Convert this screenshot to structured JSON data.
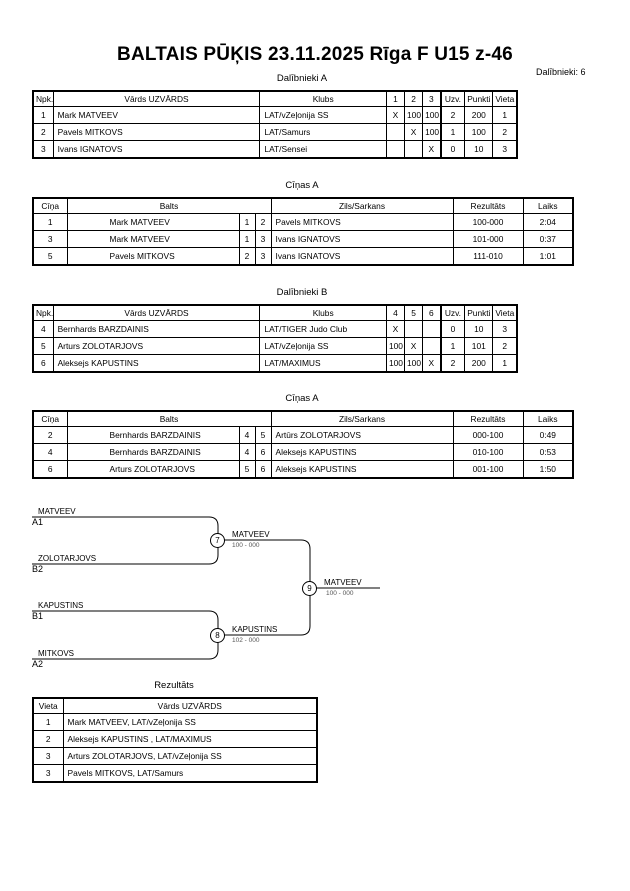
{
  "header": {
    "title": "BALTAIS PŪĶIS  23.11.2025  Rīga    F U15 z-46",
    "participants_count": "Dalībnieki: 6"
  },
  "pool_a": {
    "title": "Dalībnieki A",
    "headers": [
      "Npk.",
      "Vārds UZVĀRDS",
      "Klubs",
      "1",
      "2",
      "3",
      "Uzv.",
      "Punkti",
      "Vieta"
    ],
    "rows": [
      [
        "1",
        "Mark MATVEEV",
        "LAT/vZeļonija SS",
        "X",
        "100",
        "100",
        "2",
        "200",
        "1"
      ],
      [
        "2",
        "Pavels MITKOVS",
        "LAT/Samurs",
        "",
        "X",
        "100",
        "1",
        "100",
        "2"
      ],
      [
        "3",
        "Ivans IGNATOVS",
        "LAT/Sensei",
        "",
        "",
        "X",
        "0",
        "10",
        "3"
      ]
    ]
  },
  "fights_a": {
    "title": "Cīņas A",
    "headers": [
      "Cīņa",
      "Balts",
      "Zils/Sarkans",
      "Rezultāts",
      "Laiks"
    ],
    "rows": [
      [
        "1",
        "Mark MATVEEV",
        "1",
        "2",
        "Pavels MITKOVS",
        "100-000",
        "2:04"
      ],
      [
        "3",
        "Mark MATVEEV",
        "1",
        "3",
        "Ivans IGNATOVS",
        "101-000",
        "0:37"
      ],
      [
        "5",
        "Pavels MITKOVS",
        "2",
        "3",
        "Ivans IGNATOVS",
        "111-010",
        "1:01"
      ]
    ]
  },
  "pool_b": {
    "title": "Dalībnieki B",
    "headers": [
      "Npk.",
      "Vārds UZVĀRDS",
      "Klubs",
      "4",
      "5",
      "6",
      "Uzv.",
      "Punkti",
      "Vieta"
    ],
    "rows": [
      [
        "4",
        "Bernhards BARZDAINIS",
        "LAT/TIGER Judo Club",
        "X",
        "",
        "",
        "0",
        "10",
        "3"
      ],
      [
        "5",
        "Arturs ZOLOTARJOVS",
        "LAT/vZeļonija SS",
        "100",
        "X",
        "",
        "1",
        "101",
        "2"
      ],
      [
        "6",
        "Aleksejs KAPUSTINS",
        "LAT/MAXIMUS",
        "100",
        "100",
        "X",
        "2",
        "200",
        "1"
      ]
    ]
  },
  "fights_b": {
    "title": "Cīņas A",
    "headers": [
      "Cīņa",
      "Balts",
      "Zils/Sarkans",
      "Rezultāts",
      "Laiks"
    ],
    "rows": [
      [
        "2",
        "Bernhards BARZDAINIS",
        "4",
        "5",
        "Artūrs ZOLOTARJOVS",
        "000-100",
        "0:49"
      ],
      [
        "4",
        "Bernhards BARZDAINIS",
        "4",
        "6",
        "Aleksejs KAPUSTINS",
        "010-100",
        "0:53"
      ],
      [
        "6",
        "Arturs ZOLOTARJOVS",
        "5",
        "6",
        "Aleksejs KAPUSTINS",
        "001-100",
        "1:50"
      ]
    ]
  },
  "bracket": {
    "entries": [
      {
        "name": "MATVEEV",
        "pos": "A1"
      },
      {
        "name": "ZOLOTARJOVS",
        "pos": "B2"
      },
      {
        "name": "KAPUSTINS",
        "pos": "B1"
      },
      {
        "name": "MITKOVS",
        "pos": "A2"
      }
    ],
    "semi1": {
      "num": "7",
      "winner": "MATVEEV",
      "score": "100 - 000"
    },
    "semi2": {
      "num": "8",
      "winner": "KAPUSTINS",
      "score": "102 - 000"
    },
    "final": {
      "num": "9",
      "winner": "MATVEEV",
      "score": "100 - 000"
    }
  },
  "results": {
    "title": "Rezultāts",
    "headers": [
      "Vieta",
      "Vārds UZVĀRDS"
    ],
    "rows": [
      [
        "1",
        "Mark MATVEEV, LAT/vZeļonija SS"
      ],
      [
        "2",
        "Aleksejs KAPUSTINS , LAT/MAXIMUS"
      ],
      [
        "3",
        "Arturs ZOLOTARJOVS, LAT/vZeļonija SS"
      ],
      [
        "3",
        "Pavels MITKOVS, LAT/Samurs"
      ]
    ]
  }
}
